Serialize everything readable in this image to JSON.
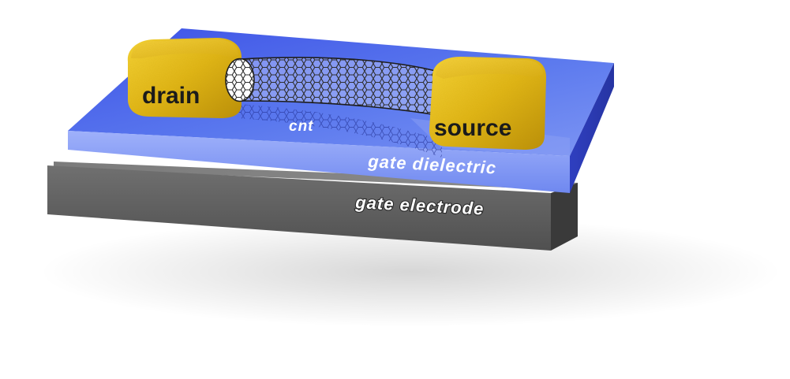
{
  "labels": {
    "drain": "drain",
    "source": "source",
    "cnt": "cnt",
    "gate_dielectric": "gate dielectric",
    "gate_electrode": "gate electrode"
  },
  "colors": {
    "dielectric": "#5a78ee",
    "electrode": "#5c5c5c",
    "gold": "#e0b418",
    "tube": "#3a3a3a"
  }
}
